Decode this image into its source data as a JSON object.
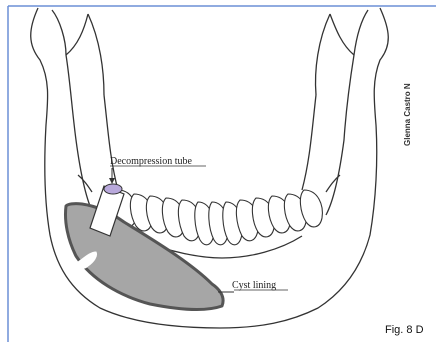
{
  "labels": {
    "tube": "Decompression tube",
    "cyst": "Cyst lining",
    "author": "Glenna Castro N",
    "figure": "Fig. 8 D"
  },
  "colors": {
    "frame": "#6b8fd6",
    "outline": "#333333",
    "cyst_fill": "#a6a6a6",
    "tube_tip": "#b9a9dc"
  }
}
